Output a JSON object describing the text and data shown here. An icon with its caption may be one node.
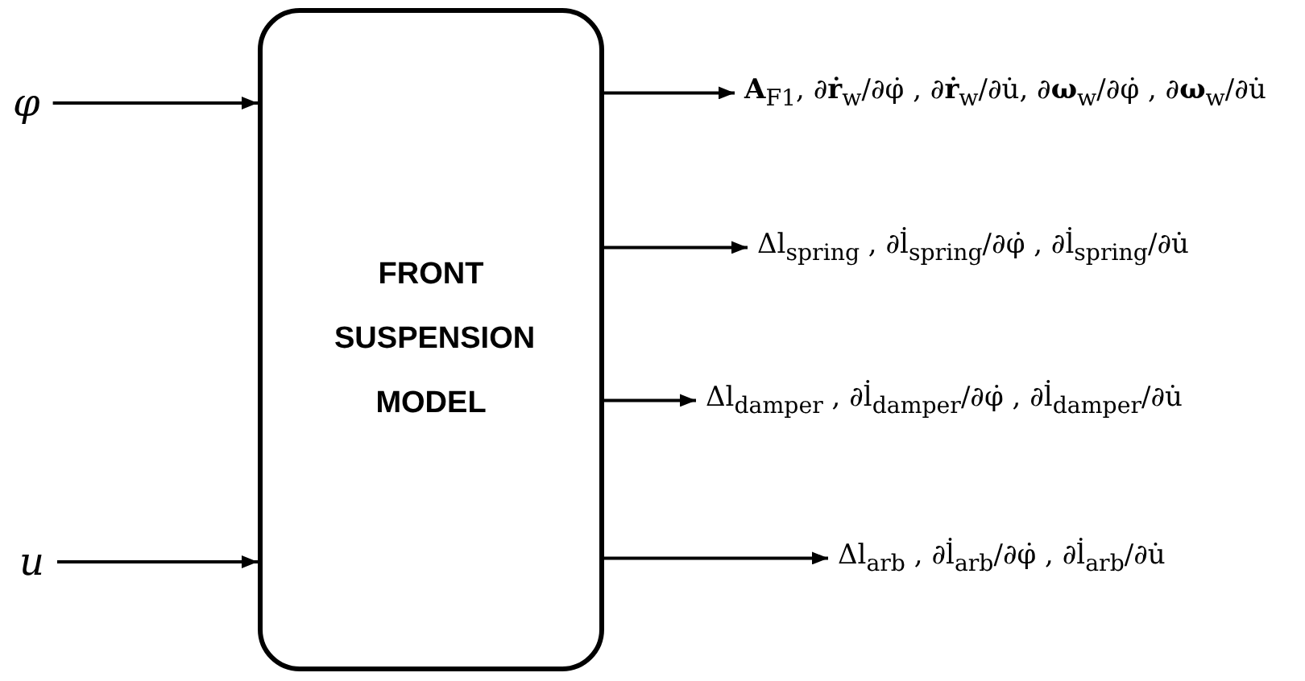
{
  "diagram": {
    "nodes": [
      {
        "text": [
          "φ"
        ]
      },
      {
        "text": [
          "u"
        ]
      },
      {
        "text": [
          "FRONT SUSPENSION MODEL"
        ]
      },
      {
        "text": [
          "**A**$_{F1}$, ∂**ṙ**$_{w}$/∂φ̇ , ∂**ṙ**$_{w}$/∂u̇, ∂**ω**$_{w}$/∂φ̇ , ∂**ω**$_{w}$/∂u̇"
        ]
      },
      {
        "text": [
          "Δl$_{spring}$ , ∂l̇$_{spring}$/∂φ̇ , ∂l̇$_{spring}$/∂u̇"
        ]
      },
      {
        "text": [
          "Δl$_{damper}$ , ∂l̇$_{damper}$/∂φ̇ , ∂l̇$_{damper}$/∂u̇"
        ]
      },
      {
        "text": [
          "Δl$_{arb}$ , ∂l̇$_{arb}$/∂φ̇ , ∂l̇$_{arb}$/∂u̇"
        ]
      }
    ],
    "edges": [
      {
        "from": 0,
        "to": 2,
        "arrow": "to"
      },
      {
        "from": 1,
        "to": 2,
        "arrow": "to"
      },
      {
        "from": 2,
        "to": 3,
        "arrow": "to"
      },
      {
        "from": 2,
        "to": 4,
        "arrow": "to"
      },
      {
        "from": 2,
        "to": 5,
        "arrow": "to"
      },
      {
        "from": 2,
        "to": 6,
        "arrow": "to"
      }
    ]
  }
}
